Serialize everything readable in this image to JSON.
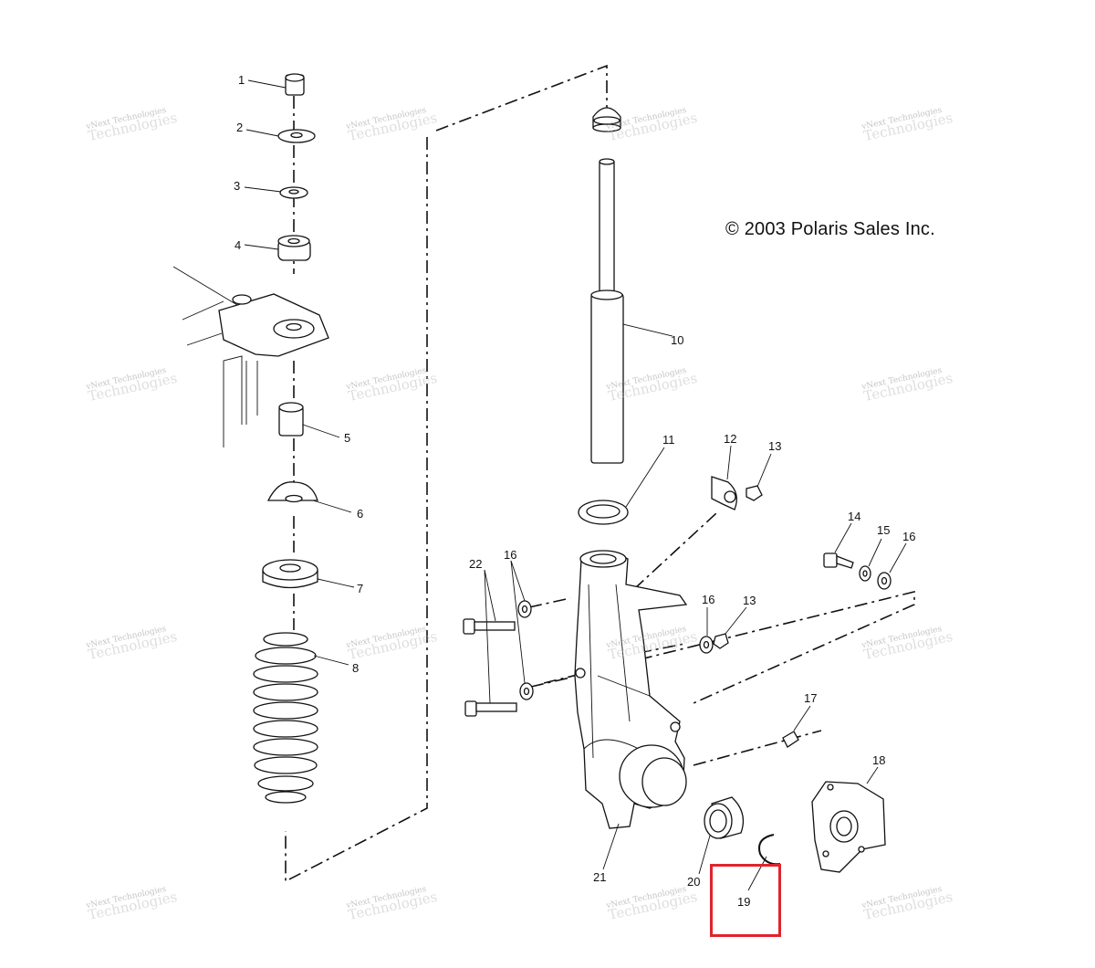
{
  "copyright": "© 2003 Polaris Sales Inc.",
  "watermark": {
    "line1": "vNext Technologies",
    "line2": "Technologies"
  },
  "callouts": [
    "1",
    "2",
    "3",
    "4",
    "5",
    "6",
    "7",
    "8",
    "10",
    "11",
    "12",
    "13",
    "13",
    "14",
    "15",
    "16",
    "16",
    "16",
    "17",
    "18",
    "19",
    "20",
    "21",
    "22"
  ],
  "highlight": {
    "label": "19",
    "color": "#e0242b"
  }
}
